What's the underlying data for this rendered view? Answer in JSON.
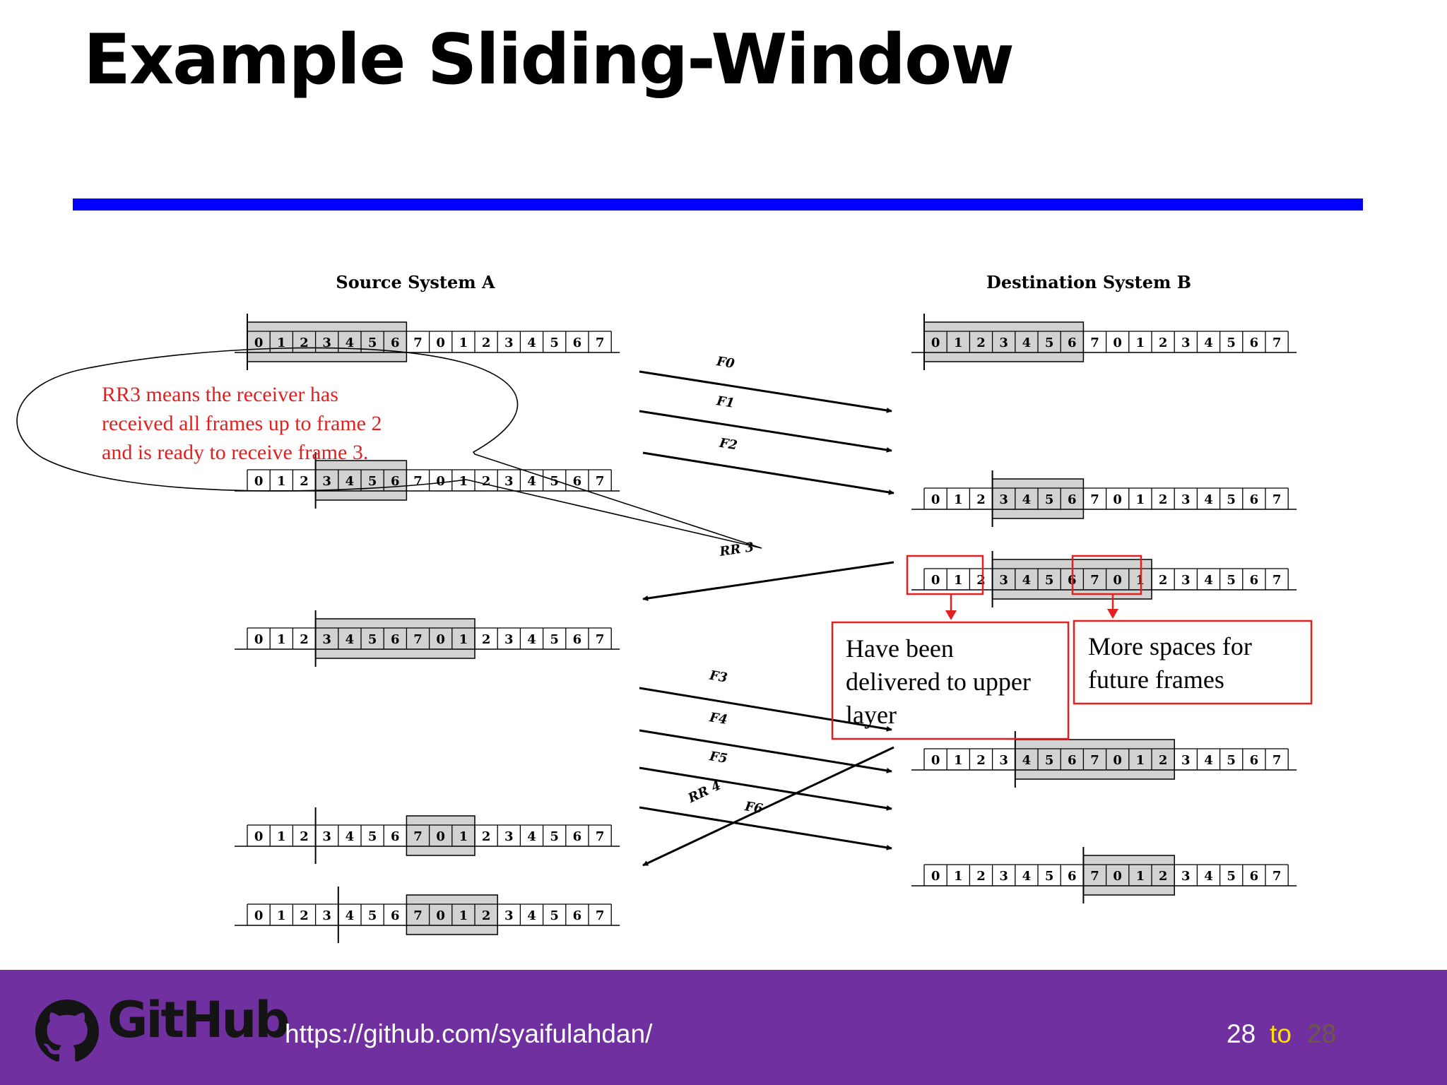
{
  "slide": {
    "title": "Example Sliding-Window"
  },
  "diagram": {
    "source_label": "Source System A",
    "destination_label": "Destination System B",
    "frame_numbers": [
      "0",
      "1",
      "2",
      "3",
      "4",
      "5",
      "6",
      "7",
      "0",
      "1",
      "2",
      "3",
      "4",
      "5",
      "6",
      "7"
    ],
    "messages": [
      {
        "label": "F0",
        "direction": "A-to-B"
      },
      {
        "label": "F1",
        "direction": "A-to-B"
      },
      {
        "label": "F2",
        "direction": "A-to-B"
      },
      {
        "label": "RR 3",
        "direction": "B-to-A"
      },
      {
        "label": "F3",
        "direction": "A-to-B"
      },
      {
        "label": "F4",
        "direction": "A-to-B"
      },
      {
        "label": "F5",
        "direction": "A-to-B"
      },
      {
        "label": "F6",
        "direction": "A-to-B"
      },
      {
        "label": "RR 4",
        "direction": "B-to-A"
      }
    ],
    "source_windows": [
      {
        "cut_after": 0,
        "window_start": 0,
        "window_length": 7
      },
      {
        "cut_after": 3,
        "window_start": 3,
        "window_length": 4
      },
      {
        "cut_after": 3,
        "window_start": 3,
        "window_length": 7
      },
      {
        "cut_after": 3,
        "window_start": 7,
        "window_length": 3
      },
      {
        "cut_after": 4,
        "window_start": 7,
        "window_length": 4
      }
    ],
    "destination_windows": [
      {
        "cut_after": 0,
        "window_start": 0,
        "window_length": 7
      },
      {
        "cut_after": 3,
        "window_start": 3,
        "window_length": 4
      },
      {
        "cut_after": 3,
        "window_start": 3,
        "window_length": 7
      },
      {
        "cut_after": 4,
        "window_start": 4,
        "window_length": 7
      },
      {
        "cut_after": 7,
        "window_start": 7,
        "window_length": 4
      }
    ],
    "callout_text": [
      "RR3 means the receiver has",
      "received all frames up to frame 2",
      "and is ready to receive frame 3."
    ],
    "note_delivered": [
      "Have been",
      "delivered to upper",
      "layer"
    ],
    "note_future": [
      "More spaces for",
      "future frames"
    ],
    "accent_color": "#e41f1f",
    "window_fill": "#d2d2d2"
  },
  "footer": {
    "logo_text": "GitHub",
    "url": "https://github.com/syaifulahdan/",
    "page_current": "28",
    "page_separator": "to",
    "page_total": "28",
    "background_color": "#7030a0"
  }
}
